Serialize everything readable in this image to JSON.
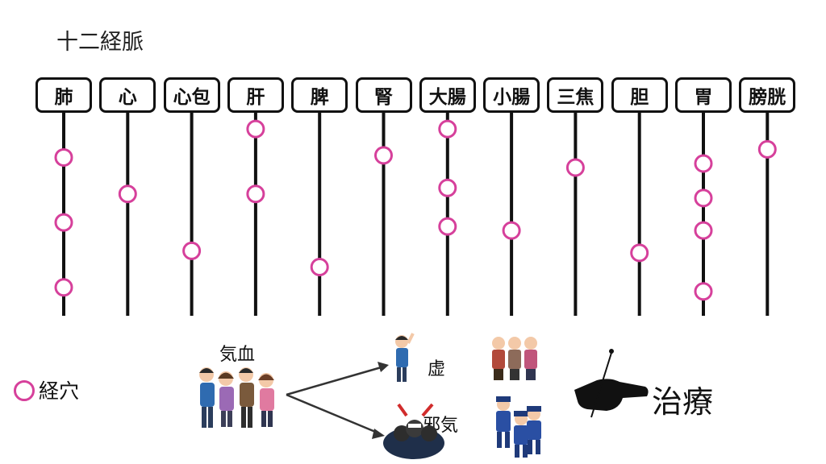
{
  "title": "十二経脈",
  "meridians": [
    {
      "label": "肺",
      "points": [
        0.22,
        0.54,
        0.86
      ]
    },
    {
      "label": "心",
      "points": [
        0.4
      ]
    },
    {
      "label": "心包",
      "points": [
        0.68
      ]
    },
    {
      "label": "肝",
      "points": [
        0.08,
        0.4
      ]
    },
    {
      "label": "脾",
      "points": [
        0.76
      ]
    },
    {
      "label": "腎",
      "points": [
        0.21
      ]
    },
    {
      "label": "大腸",
      "points": [
        0.08,
        0.37,
        0.56
      ]
    },
    {
      "label": "小腸",
      "points": [
        0.58
      ]
    },
    {
      "label": "三焦",
      "points": [
        0.27
      ]
    },
    {
      "label": "胆",
      "points": [
        0.69
      ]
    },
    {
      "label": "胃",
      "points": [
        0.25,
        0.42,
        0.58,
        0.88
      ]
    },
    {
      "label": "膀胱",
      "points": [
        0.18
      ]
    }
  ],
  "legend": {
    "label": "経穴"
  },
  "annotations": {
    "qi_blood": "気血",
    "deficiency": "虚",
    "evil_qi": "邪気",
    "treatment": "治療"
  },
  "colors": {
    "point": "#d6409b",
    "line": "#111111"
  },
  "icons": {
    "crowd": "people-crowd-icon",
    "single": "person-single-icon",
    "group": "people-group-icon",
    "police": "police-icon",
    "invader": "riot-crowd-icon",
    "needle": "acupuncture-needle-hand-icon"
  }
}
